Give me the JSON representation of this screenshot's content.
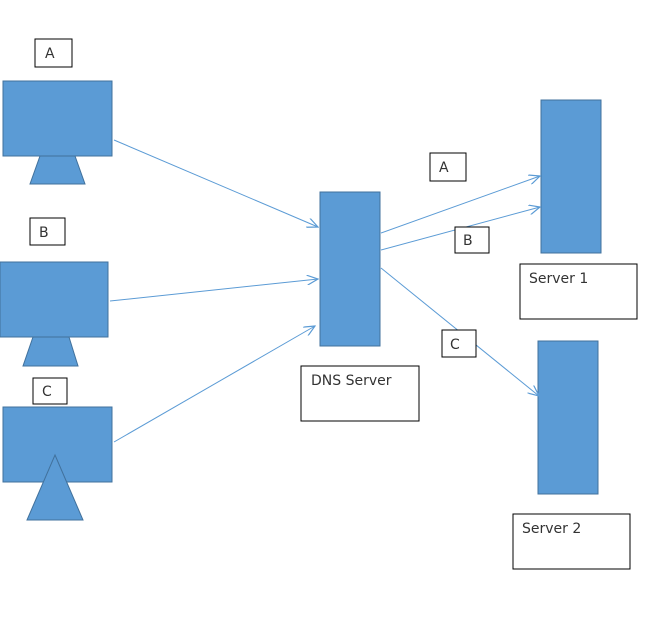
{
  "colors": {
    "shape_fill": "#5B9BD5",
    "shape_stroke": "#41719C",
    "arrow": "#5B9BD5",
    "box_stroke": "#000000"
  },
  "clients": [
    {
      "label": "A"
    },
    {
      "label": "B"
    },
    {
      "label": "C"
    }
  ],
  "dns_server": {
    "label": "DNS Server"
  },
  "servers": [
    {
      "label": "Server 1"
    },
    {
      "label": "Server 2"
    }
  ],
  "route_labels": [
    "A",
    "B",
    "C"
  ]
}
